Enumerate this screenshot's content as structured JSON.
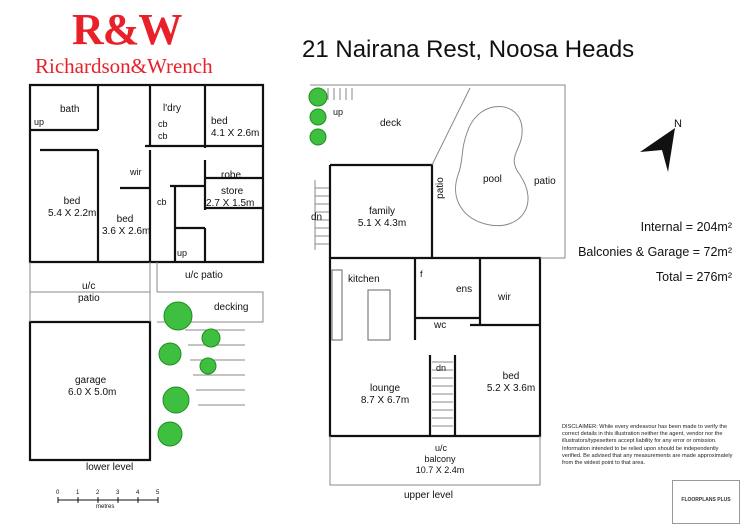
{
  "brand": {
    "logo_mark": "R&W",
    "logo_name": "Richardson&Wrench",
    "brand_color": "#e8202a"
  },
  "address": "21 Nairana Rest, Noosa Heads",
  "compass": {
    "label": "N",
    "icon": "north-arrow-icon"
  },
  "areas": {
    "internal": "Internal = 204m²",
    "balconies_garage": "Balconies & Garage = 72m²",
    "total": "Total = 276m²"
  },
  "lower_level": {
    "label": "lower level",
    "rooms": {
      "bath": "bath",
      "up1": "up",
      "laundry": "l'dry",
      "cb1": "cb",
      "cb2": "cb",
      "bed_top_name": "bed",
      "bed_top_dim": "4.1 X 2.6m",
      "bed_left_name": "bed",
      "bed_left_dim": "5.4 X 2.2m",
      "wir": "wir",
      "bed_mid_name": "bed",
      "bed_mid_dim": "3.6 X 2.6m",
      "robe": "robe",
      "store_name": "store",
      "store_dim": "2.7 X 1.5m",
      "cb3": "cb",
      "up2": "up",
      "uc_patio_top": "u/c patio",
      "uc_patio_left_1": "u/c",
      "uc_patio_left_2": "patio",
      "decking": "decking",
      "garage_name": "garage",
      "garage_dim": "6.0 X 5.0m"
    },
    "scale_ticks": [
      "0",
      "1",
      "2",
      "3",
      "4",
      "5"
    ],
    "scale_unit": "metres"
  },
  "upper_level": {
    "label": "upper level",
    "rooms": {
      "up": "up",
      "deck": "deck",
      "pool": "pool",
      "patio_right": "patio",
      "patio_vertical": "patio",
      "family_name": "family",
      "family_dim": "5.1 X 4.3m",
      "dn1": "dn",
      "kitchen": "kitchen",
      "f": "f",
      "ens": "ens",
      "wir": "wir",
      "wc": "wc",
      "dn2": "dn",
      "lounge_name": "lounge",
      "lounge_dim": "8.7 X 6.7m",
      "bed_name": "bed",
      "bed_dim": "5.2 X 3.6m",
      "balcony_1": "u/c",
      "balcony_2": "balcony",
      "balcony_dim": "10.7 X 2.4m"
    }
  },
  "disclaimer": "DISCLAIMER: While every endeavour has been made to verify the correct details in this illustration neither the agent, vendor nor the illustrators/typesetters accept liability for any error or omission. Information intended to be relied upon should be independently verified. Be advised that any measurements are made approximately from the widest point to that area.",
  "floorplans_badge": "FLOORPLANS PLUS"
}
